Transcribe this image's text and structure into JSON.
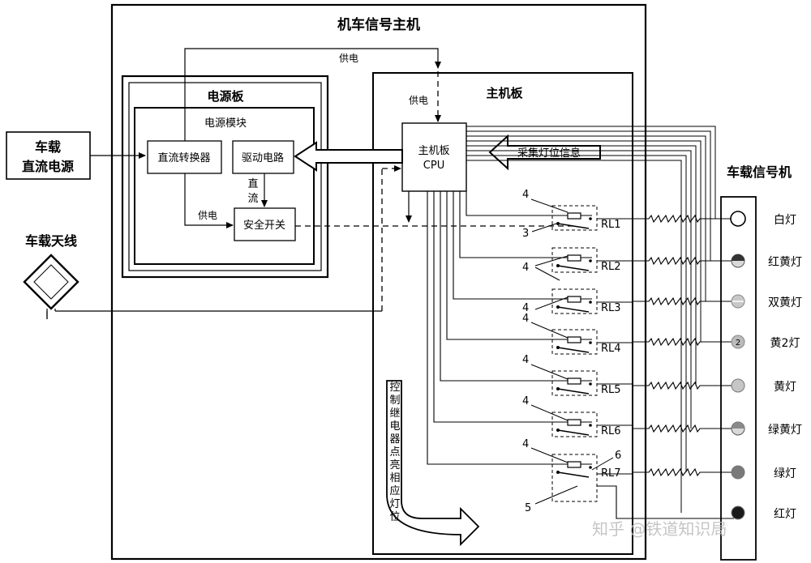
{
  "diagram": {
    "main_title": "机车信号主机",
    "power_board": "电源板",
    "power_module": "电源模块",
    "dc_converter": "直流转换器",
    "drive_circuit": "驱动电路",
    "safety_switch": "安全开关",
    "main_board": "主机板",
    "cpu_line1": "主机板",
    "cpu_line2": "CPU",
    "supply_label": "供电",
    "dc_label_1": "直",
    "dc_label_2": "流",
    "collect_info": "采集灯位信息",
    "control_relay": "控制继电器点亮相应灯位",
    "dc_source_line1": "车载",
    "dc_source_line2": "直流电源",
    "antenna": "车载天线",
    "signal_unit": "车载信号机",
    "watermark": "知乎 @铁道知识局",
    "relays": [
      "RL1",
      "RL2",
      "RL3",
      "RL4",
      "RL5",
      "RL6",
      "RL7"
    ],
    "relay_numbers": {
      "four": "4",
      "three": "3",
      "six": "6",
      "five": "5"
    },
    "lamps": [
      {
        "name": "白灯",
        "fill": "#ffffff",
        "style": "white"
      },
      {
        "name": "红黄灯",
        "fill": "#333333",
        "style": "half"
      },
      {
        "name": "双黄灯",
        "fill": "#bbbbbb",
        "style": "double"
      },
      {
        "name": "黄2灯",
        "fill": "#bbbbbb",
        "style": "yellow2",
        "badge": "2"
      },
      {
        "name": "黄灯",
        "fill": "#c6c6c6",
        "style": "solid"
      },
      {
        "name": "绿黄灯",
        "fill": "#8a8a8a",
        "style": "half"
      },
      {
        "name": "绿灯",
        "fill": "#7a7a7a",
        "style": "solid"
      },
      {
        "name": "红灯",
        "fill": "#1a1a1a",
        "style": "solid"
      }
    ]
  }
}
